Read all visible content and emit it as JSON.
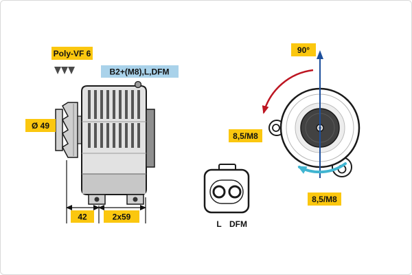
{
  "side_view": {
    "belt_label": "Poly-VF 6",
    "terminal_label": "B2+(M8),L,DFM",
    "pulley_diameter_label": "Ø 49",
    "dimensions": {
      "pulley_offset": "42",
      "mount_span": "2x59"
    }
  },
  "front_view": {
    "angle_label": "90°",
    "left_mount_label": "8,5/M8",
    "bottom_mount_label": "8,5/M8"
  },
  "connector": {
    "pin_left_label": "L",
    "pin_right_label": "DFM"
  },
  "colors": {
    "label_yellow": "#FBC70F",
    "label_blue": "#A9D2EA",
    "arrow_red": "#BD1622",
    "axis_blue": "#1D4F9C",
    "rotation_cyan": "#41B5D1",
    "outline": "#1A1A1A"
  }
}
